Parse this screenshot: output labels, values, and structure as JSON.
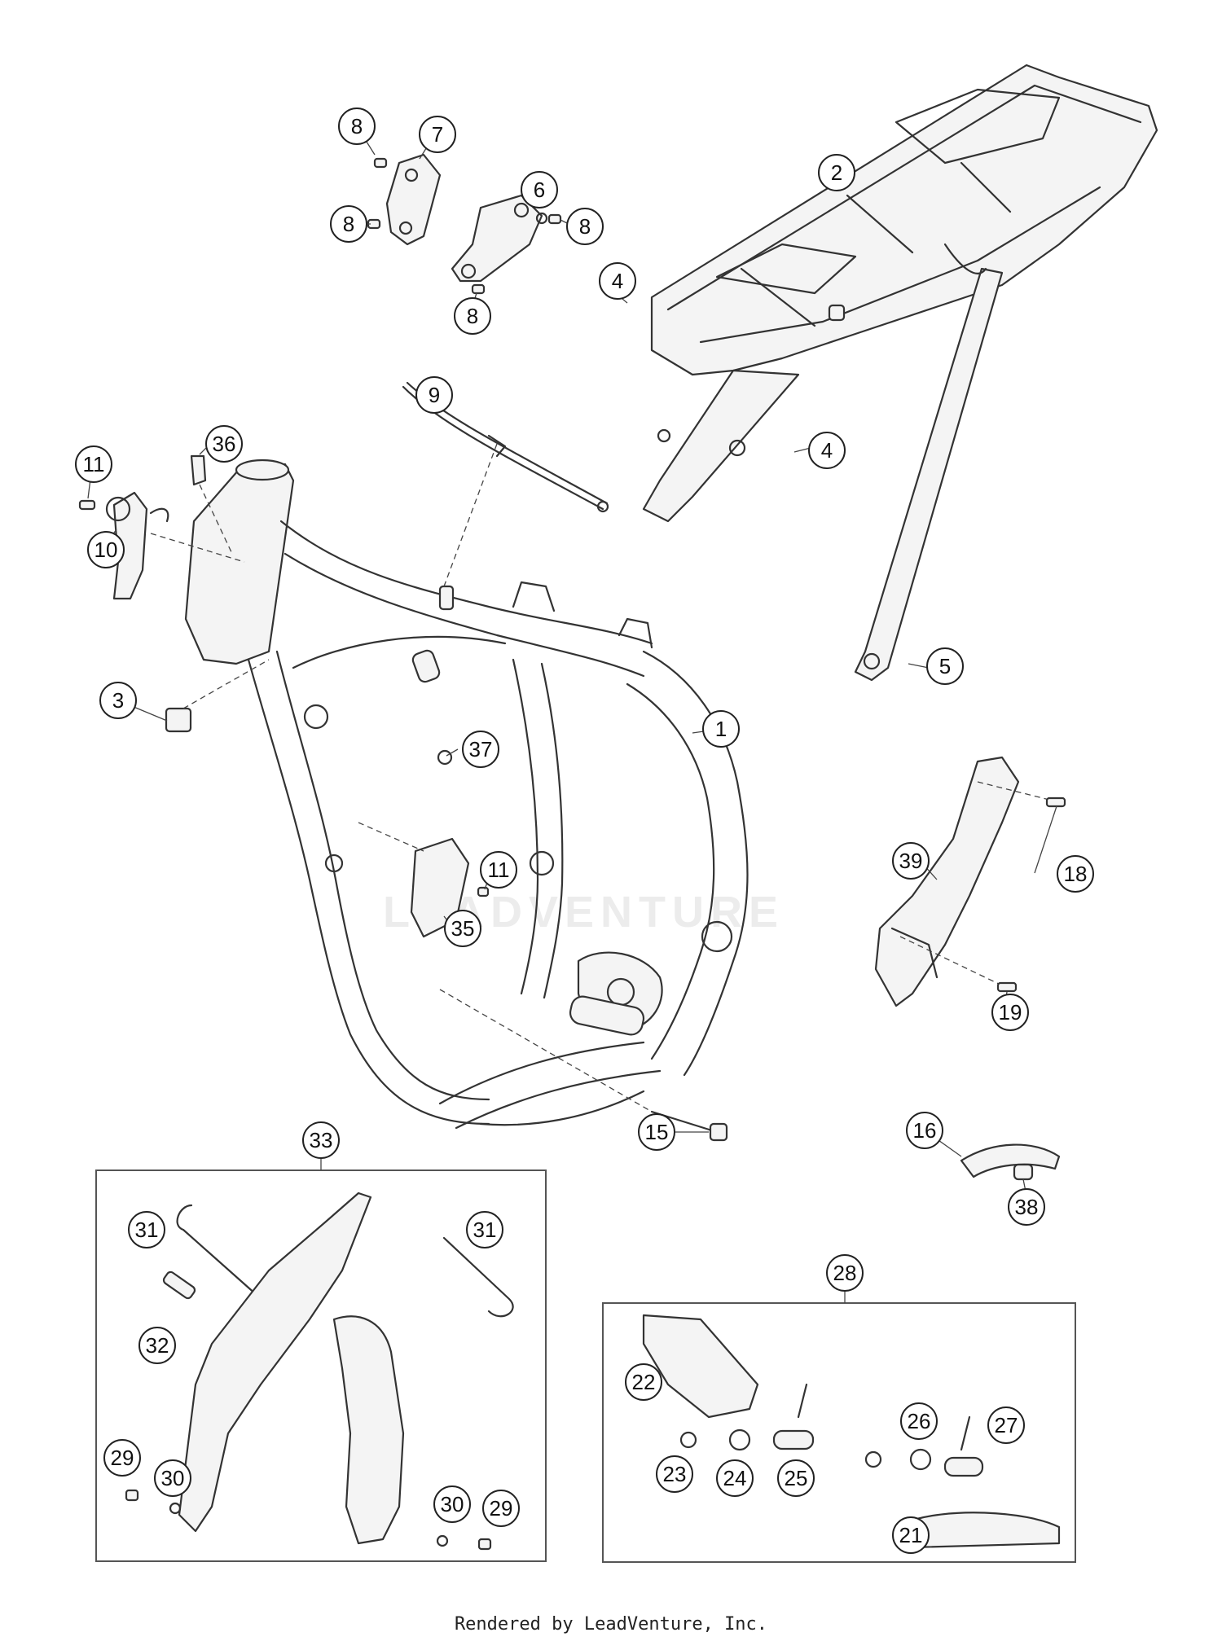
{
  "watermark": "LEADVENTURE",
  "footer_text": "Rendered by LeadVenture, Inc.",
  "callouts": [
    {
      "id": "c1",
      "label": "1"
    },
    {
      "id": "c2",
      "label": "2"
    },
    {
      "id": "c3",
      "label": "3"
    },
    {
      "id": "c4a",
      "label": "4"
    },
    {
      "id": "c4b",
      "label": "4"
    },
    {
      "id": "c5",
      "label": "5"
    },
    {
      "id": "c6",
      "label": "6"
    },
    {
      "id": "c7",
      "label": "7"
    },
    {
      "id": "c8a",
      "label": "8"
    },
    {
      "id": "c8b",
      "label": "8"
    },
    {
      "id": "c8c",
      "label": "8"
    },
    {
      "id": "c8d",
      "label": "8"
    },
    {
      "id": "c9",
      "label": "9"
    },
    {
      "id": "c10",
      "label": "10"
    },
    {
      "id": "c11a",
      "label": "11"
    },
    {
      "id": "c11b",
      "label": "11"
    },
    {
      "id": "c15",
      "label": "15"
    },
    {
      "id": "c16",
      "label": "16"
    },
    {
      "id": "c18",
      "label": "18"
    },
    {
      "id": "c19",
      "label": "19"
    },
    {
      "id": "c21",
      "label": "21"
    },
    {
      "id": "c22",
      "label": "22"
    },
    {
      "id": "c23",
      "label": "23"
    },
    {
      "id": "c24",
      "label": "24"
    },
    {
      "id": "c25",
      "label": "25"
    },
    {
      "id": "c26",
      "label": "26"
    },
    {
      "id": "c27",
      "label": "27"
    },
    {
      "id": "c28",
      "label": "28"
    },
    {
      "id": "c29a",
      "label": "29"
    },
    {
      "id": "c29b",
      "label": "29"
    },
    {
      "id": "c30a",
      "label": "30"
    },
    {
      "id": "c30b",
      "label": "30"
    },
    {
      "id": "c31a",
      "label": "31"
    },
    {
      "id": "c31b",
      "label": "31"
    },
    {
      "id": "c32",
      "label": "32"
    },
    {
      "id": "c33",
      "label": "33"
    },
    {
      "id": "c35",
      "label": "35"
    },
    {
      "id": "c36",
      "label": "36"
    },
    {
      "id": "c37",
      "label": "37"
    },
    {
      "id": "c38",
      "label": "38"
    },
    {
      "id": "c39",
      "label": "39"
    }
  ]
}
